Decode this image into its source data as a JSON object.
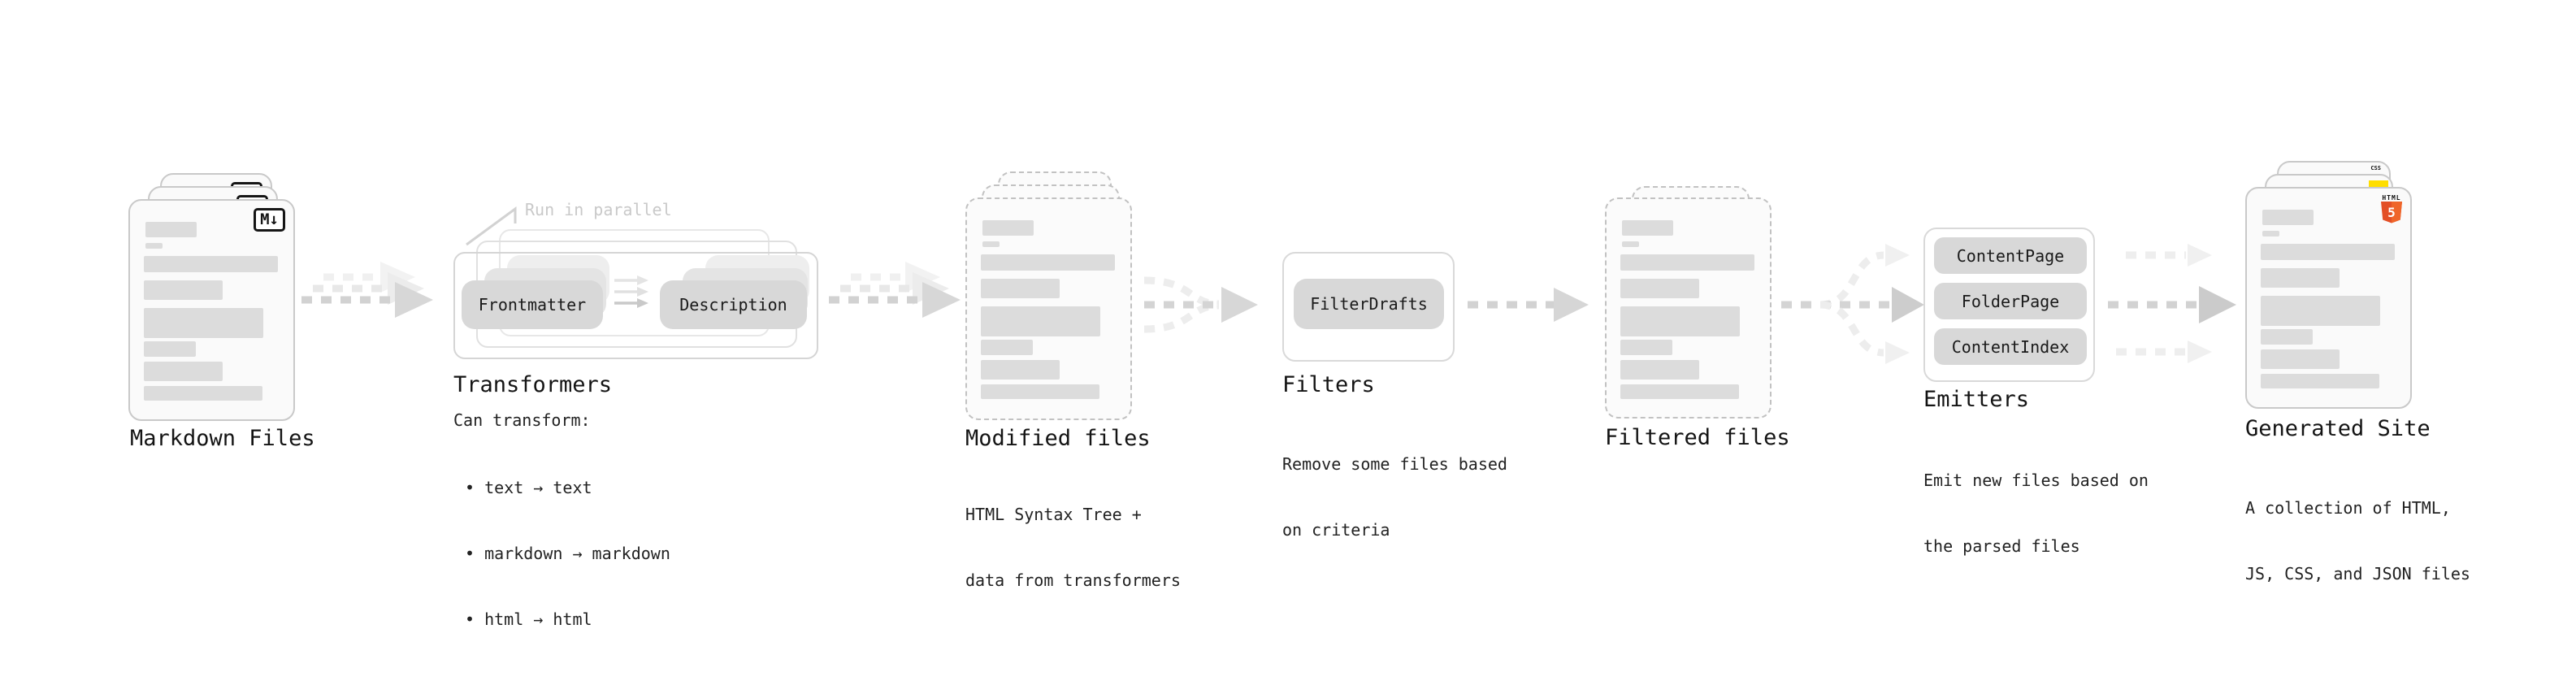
{
  "stages": {
    "markdown": {
      "label": "Markdown Files",
      "badge": "M↓"
    },
    "transformers": {
      "label": "Transformers",
      "annotation": "Run in parallel",
      "pills": [
        "Frontmatter",
        "Description"
      ],
      "subtitle": "Can transform:",
      "bullets": [
        "• text → text",
        "• markdown → markdown",
        "• html → html"
      ]
    },
    "modified": {
      "label": "Modified files",
      "subtitle": [
        "HTML Syntax Tree +",
        "data from transformers"
      ]
    },
    "filters": {
      "label": "Filters",
      "pills": [
        "FilterDrafts"
      ],
      "subtitle": [
        "Remove some files based",
        "on criteria"
      ]
    },
    "filtered": {
      "label": "Filtered files"
    },
    "emitters": {
      "label": "Emitters",
      "pills": [
        "ContentPage",
        "FolderPage",
        "ContentIndex"
      ],
      "subtitle": [
        "Emit new files based on",
        "the parsed files"
      ]
    },
    "generated": {
      "label": "Generated Site",
      "subtitle": [
        "A collection of HTML,",
        "JS, CSS, and JSON files"
      ],
      "badges": {
        "css": "CSS",
        "html": "HTML",
        "html_version": "5"
      }
    }
  },
  "colors": {
    "html5_orange": "#e34f26",
    "js_yellow": "#ffde00",
    "css_blue": "#2f6df2",
    "pill_gray": "#d8d8d8",
    "bar_gray": "#dcdcdc",
    "arrow_gray": "#d2d2d2",
    "arrow_light": "#ededed",
    "annotation_gray": "#c9c9c9"
  }
}
